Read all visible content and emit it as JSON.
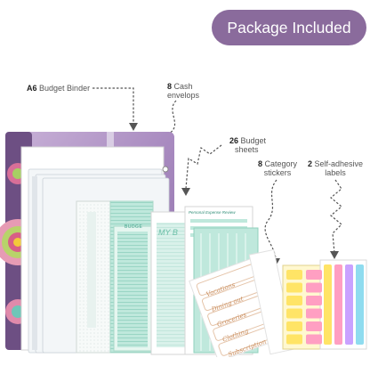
{
  "banner": {
    "title": "Package Included"
  },
  "labels": {
    "binder": {
      "qty": "A6",
      "text": "Budget Binder"
    },
    "envelopes": {
      "qty": "8",
      "line1": "Cash",
      "line2": "envelops"
    },
    "sheets": {
      "qty": "26",
      "line1": "Budget",
      "line2": "sheets"
    },
    "stickers": {
      "qty": "8",
      "line1": "Category",
      "line2": "stickers"
    },
    "labels": {
      "qty": "2",
      "line1": "Self-adhesive",
      "line2": "labels"
    }
  },
  "product": {
    "sheet_headings": [
      "BUDGE",
      "MY B",
      "Personal Expense Review"
    ],
    "sticker_words": [
      "Vacations",
      "Dining out",
      "Groceries",
      "Clothing",
      "Subscription"
    ]
  },
  "colors": {
    "banner": "#8a6b9c",
    "binder_purple": "#a98bc0",
    "sheet_mint": "#bfe8dc",
    "sticker_gold": "#c98d5d",
    "label_yellow": "#ffe466",
    "label_pink": "#ff9fc2",
    "label_lilac": "#c9a2ff",
    "label_blue": "#8fdcef"
  }
}
